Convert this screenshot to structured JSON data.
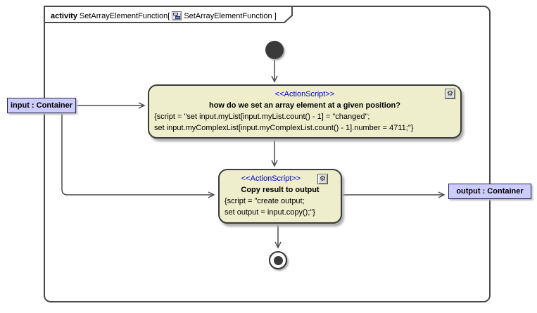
{
  "frame": {
    "keyword": "activity",
    "name": "SetArrayElementFunction[",
    "diagram_name": "SetArrayElementFunction ]"
  },
  "nodes": {
    "action1": {
      "stereotype": "<<ActionScript>>",
      "title": "how do we set an array element at a given position?",
      "script_line1": "{script = \"set input.myList[input.myList.count() - 1] = \"changed\";",
      "script_line2": "set input.myComplexList[input.myComplexList.count() - 1].number = 4711;\"}"
    },
    "action2": {
      "stereotype": "<<ActionScript>>",
      "title": "Copy result to output",
      "script_line1": "{script = \"create output;",
      "script_line2": "set output = input.copy();\"}"
    },
    "input_param": {
      "label": "input : Container"
    },
    "output_param": {
      "label": "output : Container"
    }
  },
  "icons": {
    "gear": "⚙"
  },
  "colors": {
    "action_fill": "#EEEECC",
    "action_border": "#3C3C3C",
    "param_fill": "#CCCCFF",
    "stereotype_text": "#0000C8",
    "frame_border": "#4A4A4A",
    "edge": "#4A4A4A",
    "node_fill_dark": "#3A3A3A"
  }
}
